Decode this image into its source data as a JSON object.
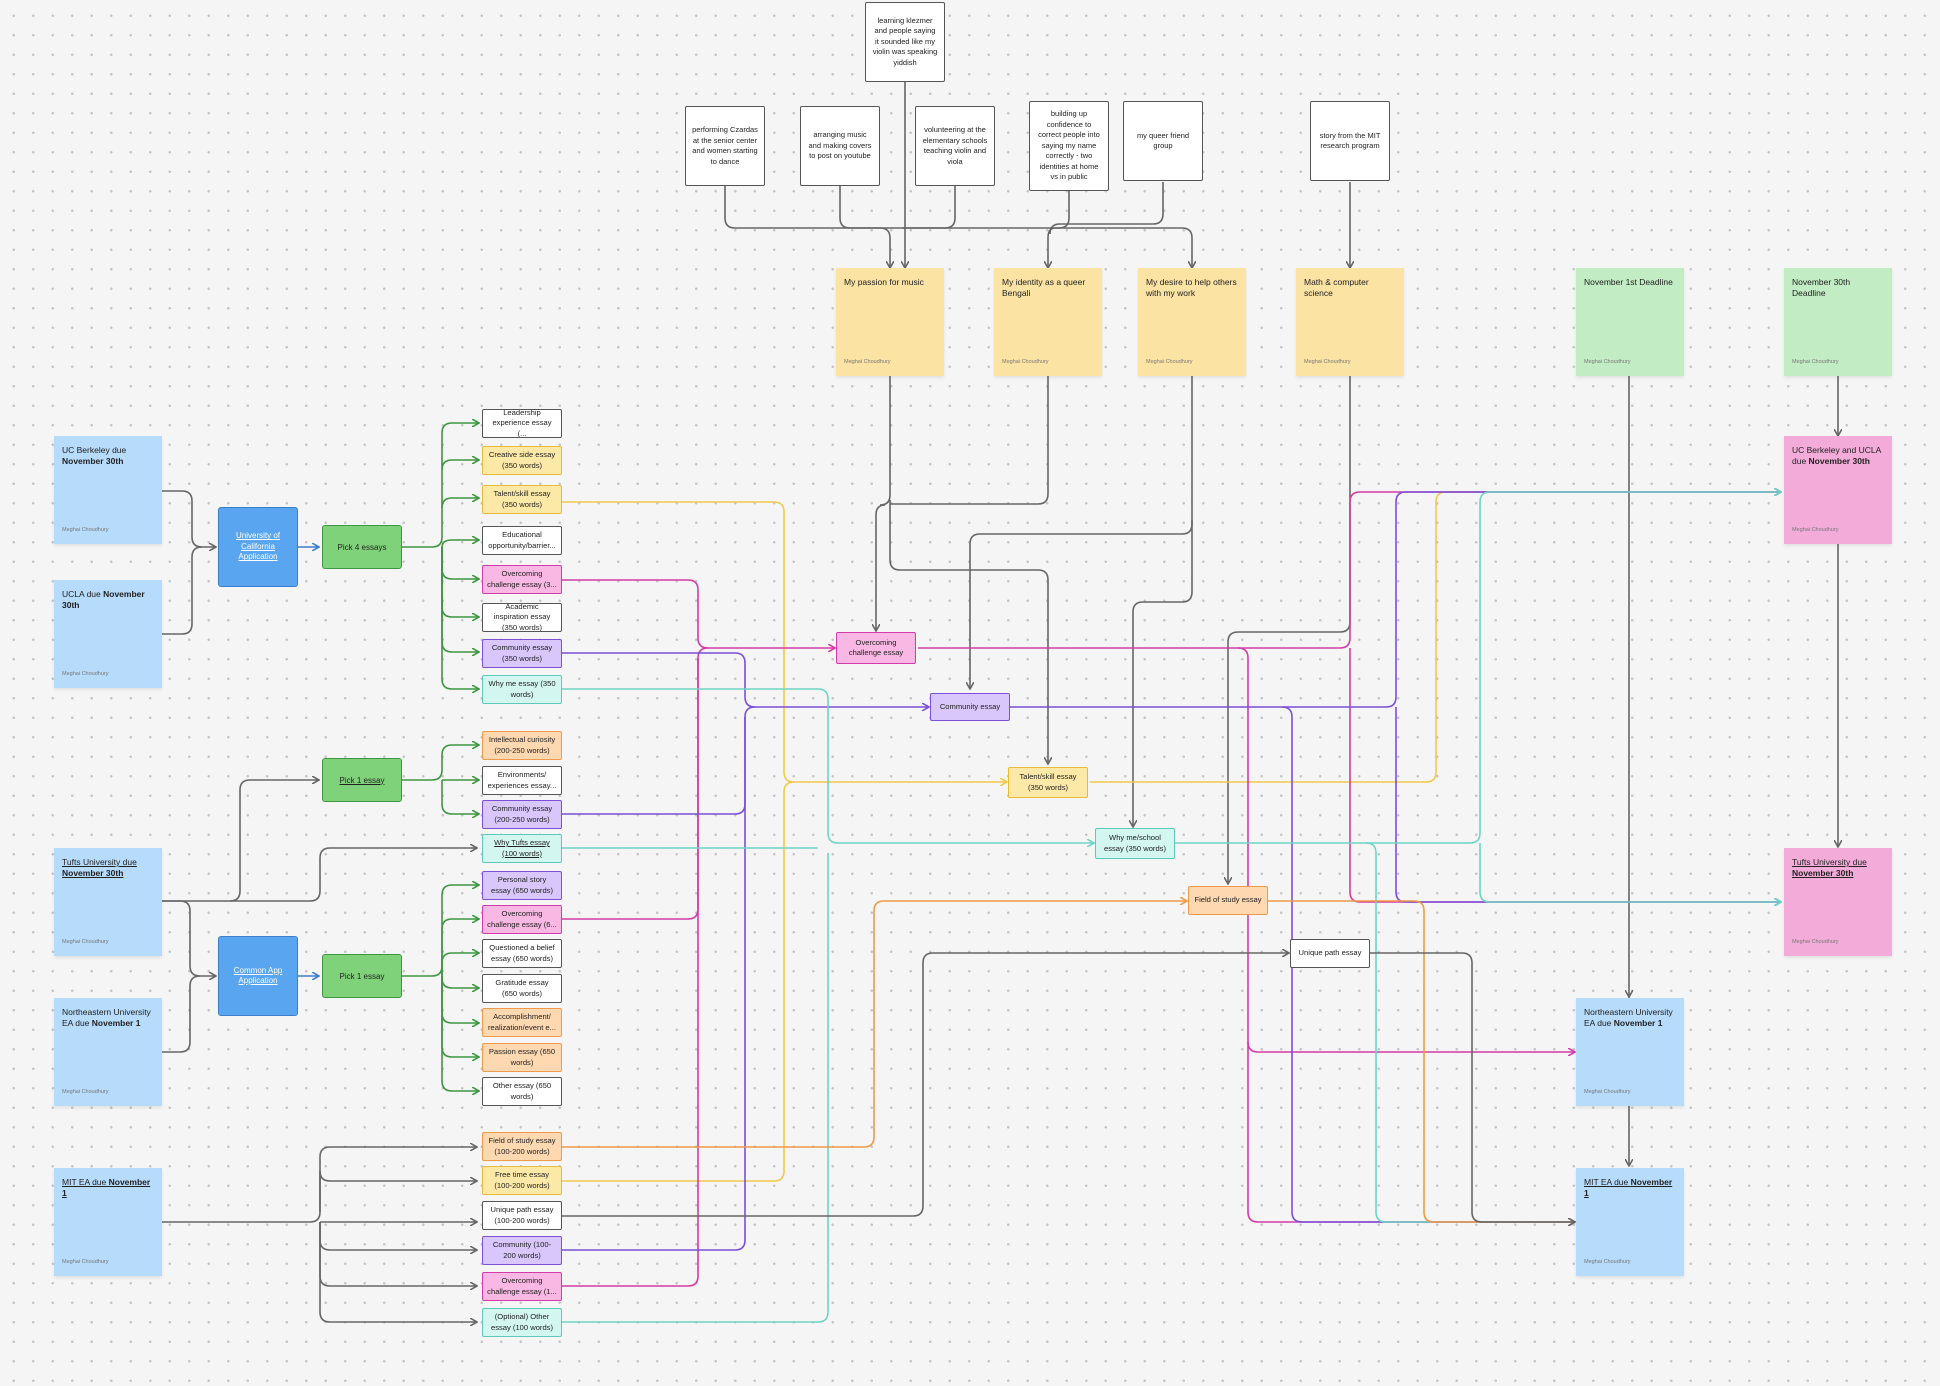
{
  "colors": {
    "gray": "#666666",
    "green": "#3f9640",
    "blue": "#3b7fcc",
    "yellow": "#f2c94c",
    "pink": "#d33ca8",
    "purple": "#7b4fd6",
    "teal": "#6ed4c4",
    "orange": "#ef9a4a"
  },
  "experiences": [
    "performing Czardas at the senior center and women starting to dance",
    "arranging music and making covers to post on youtube",
    "learning klezmer and people saying it sounded like my violin was speaking yiddish",
    "volunteering at the elementary schools teaching violin and viola",
    "building up confidence to correct people into saying my name correctly - two identities at home vs in public",
    "my queer friend group",
    "story from the MIT research program"
  ],
  "themes": [
    "My passion for music",
    "My identity as a queer Bengali",
    "My desire to help others with my work",
    "Math & computer science",
    "November 1st Deadline",
    "November 30th Deadline"
  ],
  "author": "Meghai Choudhury",
  "left_schools": [
    {
      "pre": "UC Berkeley due ",
      "bold": "November 30th",
      "post": ""
    },
    {
      "pre": "UCLA due ",
      "bold": "November 30th",
      "post": ""
    },
    {
      "pre": "Tufts University due ",
      "bold": "November 30th",
      "post": ""
    },
    {
      "pre": "Northeastern University EA due ",
      "bold": "November 1",
      "post": ""
    },
    {
      "pre": "MIT EA due ",
      "bold": "November 1",
      "post": ""
    }
  ],
  "right_schools": [
    {
      "pre": "UC Berkeley and UCLA due ",
      "bold": "November 30th",
      "post": ""
    },
    {
      "pre": "Tufts University due ",
      "bold": "November 30th",
      "post": ""
    },
    {
      "pre": "Northeastern University EA due ",
      "bold": "November 1",
      "post": ""
    },
    {
      "pre": "MIT EA due ",
      "bold": "November 1",
      "post": ""
    }
  ],
  "applications": [
    "University of California Application",
    "Common App Application"
  ],
  "picks": [
    "Pick 4 essays",
    "Pick 1 essay",
    "Pick 1 essay"
  ],
  "uc_prompts": [
    "Leadership experience essay (...",
    "Creative side essay (350 words)",
    "Talent/skill essay (350 words)",
    "Educational opportunity/barrier...",
    "Overcoming challenge essay (3...",
    "Academic inspiration essay (350 words)",
    "Community essay (350 words)",
    "Why me essay (350 words)"
  ],
  "tufts_prompts": [
    "Intellectual curiosity (200-250 words)",
    "Environments/ experiences essay...",
    "Community essay (200-250 words)",
    "Why Tufts essay (100 words)"
  ],
  "common_prompts": [
    "Personal story essay (650 words)",
    "Overcoming challenge essay (6...",
    "Questioned a belief essay (650 words)",
    "Gratitude essay (650 words)",
    "Accomplishment/ realization/event e...",
    "Passion essay (650 words)",
    "Other essay (650 words)"
  ],
  "mit_prompts": [
    "Field of study essay (100-200 words)",
    "Free time essay (100-200 words)",
    "Unique path essay (100-200 words)",
    "Community (100-200 words)",
    "Overcoming challenge essay (1...",
    "(Optional) Other essay (100 words)"
  ],
  "essays": [
    "Overcoming challenge essay",
    "Community essay",
    "Talent/skill essay (350 words)",
    "Why me/school essay (350 words)",
    "Field of study essay",
    "Unique path essay"
  ]
}
